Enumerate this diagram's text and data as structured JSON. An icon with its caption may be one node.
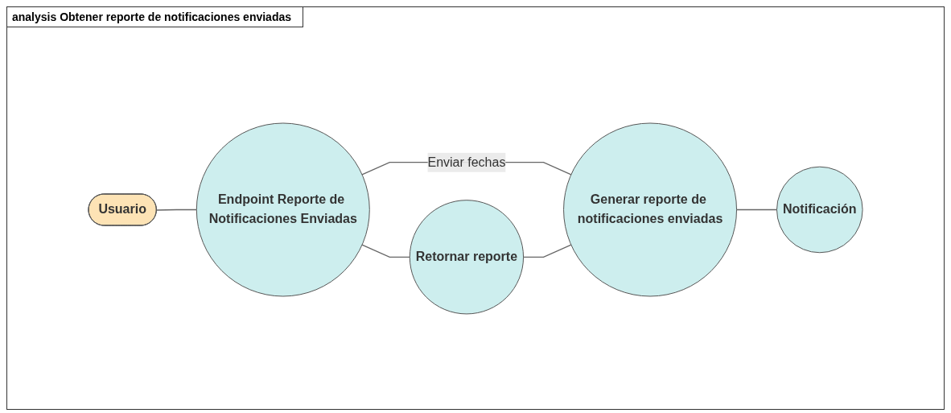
{
  "diagram": {
    "title": "analysis Obtener reporte de notificaciones enviadas",
    "nodes": [
      {
        "text": [
          "Usuario"
        ]
      },
      {
        "text": [
          "Endpoint Reporte de Notificaciones Enviadas"
        ]
      },
      {
        "text": [
          "Generar reporte de notificaciones enviadas"
        ]
      },
      {
        "text": [
          "Notificación"
        ]
      },
      {
        "text": [
          "Retornar reporte"
        ]
      }
    ],
    "edges": [
      {
        "from": 0,
        "to": 1,
        "arrow": "none"
      },
      {
        "from": 1,
        "to": 2,
        "arrow": "none",
        "label": "Enviar fechas"
      },
      {
        "from": 2,
        "to": 3,
        "arrow": "none"
      },
      {
        "from": 1,
        "to": 4,
        "arrow": "none"
      },
      {
        "from": 4,
        "to": 2,
        "arrow": "none"
      }
    ]
  }
}
